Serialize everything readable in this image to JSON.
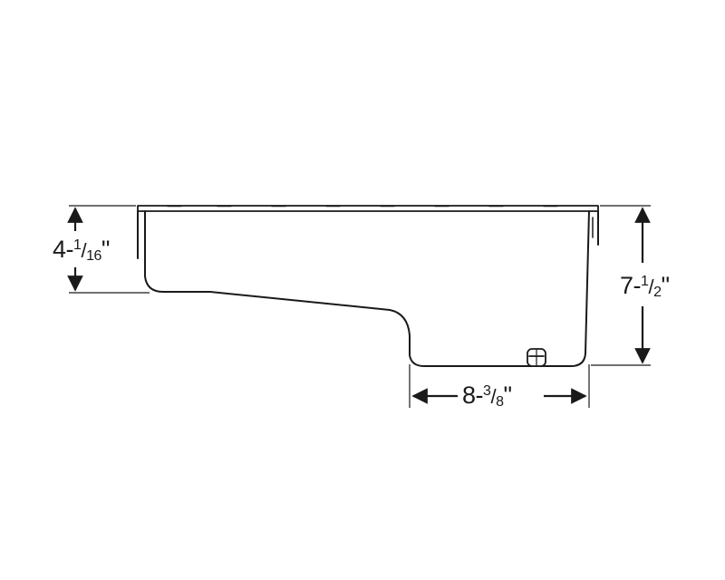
{
  "colors": {
    "line": "#1a1a1a",
    "background": "#ffffff"
  },
  "dimensions": {
    "left_height": {
      "whole": "4",
      "num": "1",
      "den": "16",
      "unit": "\""
    },
    "right_height": {
      "whole": "7",
      "num": "1",
      "den": "2",
      "unit": "\""
    },
    "sump_width": {
      "whole": "8",
      "num": "3",
      "den": "8",
      "unit": "\""
    }
  }
}
